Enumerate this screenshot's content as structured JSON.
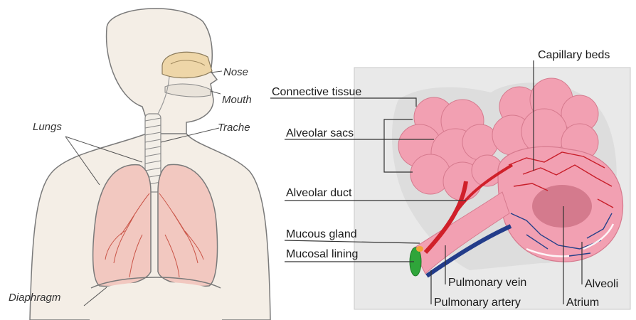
{
  "left_panel": {
    "labels": {
      "nose": "Nose",
      "mouth": "Mouth",
      "trachea": "Trache",
      "lungs": "Lungs",
      "diaphragm": "Diaphragm"
    }
  },
  "right_panel": {
    "labels": {
      "capillary_beds": "Capillary beds",
      "connective_tissue": "Connective tissue",
      "alveolar_sacs": "Alveolar sacs",
      "alveolar_duct": "Alveolar duct",
      "mucous_gland": "Mucous gland",
      "mucosal_lining": "Mucosal lining",
      "pulmonary_vein": "Pulmonary vein",
      "pulmonary_artery": "Pulmonary artery",
      "alveoli": "Alveoli",
      "atrium": "Atrium"
    }
  },
  "colors": {
    "skin": "#f4eee6",
    "outline": "#7a7a7a",
    "lung_fill": "#f2c8c0",
    "lung_vessel": "#c0392b",
    "alveolus_pink": "#f2a0b2",
    "vein_red": "#d0202a",
    "artery_blue": "#233c8a",
    "gland_green": "#2fa53a",
    "box_gray": "#e6e6e6"
  }
}
